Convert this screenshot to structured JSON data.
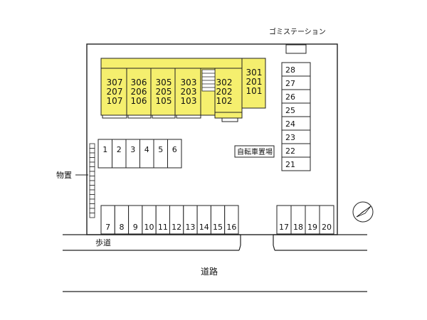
{
  "labels": {
    "garbage_station": "ゴミステーション",
    "storage": "物置",
    "bicycle_parking": "自転車置場",
    "sidewalk": "歩道",
    "road": "道路"
  },
  "building_units": [
    [
      "307",
      "207",
      "107"
    ],
    [
      "306",
      "206",
      "106"
    ],
    [
      "305",
      "205",
      "105"
    ],
    [
      "303",
      "203",
      "103"
    ],
    [
      "302",
      "202",
      "102"
    ],
    [
      "301",
      "201",
      "101"
    ]
  ],
  "parking_top": [
    "1",
    "2",
    "3",
    "4",
    "5",
    "6"
  ],
  "parking_bottom_left": [
    "7",
    "8",
    "9",
    "10",
    "11",
    "12",
    "13",
    "14",
    "15",
    "16"
  ],
  "parking_bottom_right": [
    "17",
    "18",
    "19",
    "20"
  ],
  "parking_right_column": [
    "28",
    "27",
    "26",
    "25",
    "24",
    "23",
    "22",
    "21"
  ],
  "icons": {
    "compass": "north-arrow-icon"
  },
  "colors": {
    "building_fill": "#f5ef6e",
    "line": "#222222"
  }
}
